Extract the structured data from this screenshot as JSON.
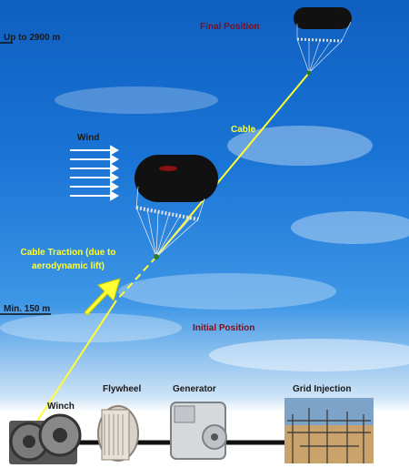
{
  "labels": {
    "final_position": "Final Position",
    "initial_position": "Initial Position",
    "cable": "Cable",
    "wind": "Wind",
    "traction": "Cable Traction (due to aerodynamic lift)",
    "altitude_max": "Up to 2900 m",
    "altitude_min": "Min. 150 m",
    "winch": "Winch",
    "flywheel": "Flywheel",
    "generator": "Generator",
    "grid_injection": "Grid Injection"
  },
  "colors": {
    "cable": "#ffff33",
    "label_maroon": "#7a1020",
    "label_yellow": "#ffff33"
  }
}
